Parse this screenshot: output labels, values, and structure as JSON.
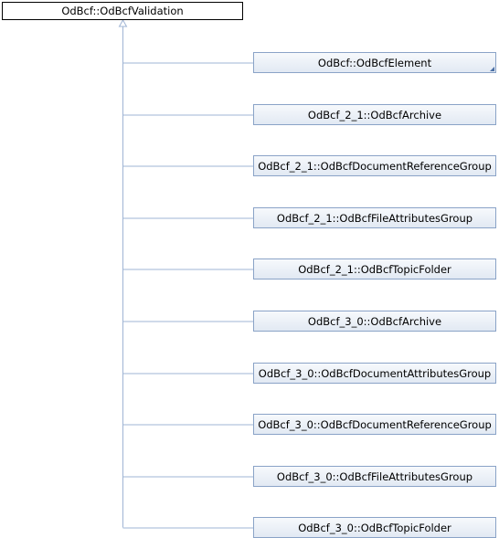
{
  "root": {
    "label": "OdBcf::OdBcfValidation"
  },
  "children": [
    {
      "label": "OdBcf::OdBcfElement",
      "has_more": true
    },
    {
      "label": "OdBcf_2_1::OdBcfArchive",
      "has_more": false
    },
    {
      "label": "OdBcf_2_1::OdBcfDocumentReferenceGroup",
      "has_more": false
    },
    {
      "label": "OdBcf_2_1::OdBcfFileAttributesGroup",
      "has_more": false
    },
    {
      "label": "OdBcf_2_1::OdBcfTopicFolder",
      "has_more": false
    },
    {
      "label": "OdBcf_3_0::OdBcfArchive",
      "has_more": false
    },
    {
      "label": "OdBcf_3_0::OdBcfDocumentAttributesGroup",
      "has_more": false
    },
    {
      "label": "OdBcf_3_0::OdBcfDocumentReferenceGroup",
      "has_more": false
    },
    {
      "label": "OdBcf_3_0::OdBcfFileAttributesGroup",
      "has_more": false
    },
    {
      "label": "OdBcf_3_0::OdBcfTopicFolder",
      "has_more": false
    }
  ],
  "colors": {
    "connector": "#9fb4d4",
    "child_border": "#8aa3c7",
    "root_border": "#000000"
  }
}
